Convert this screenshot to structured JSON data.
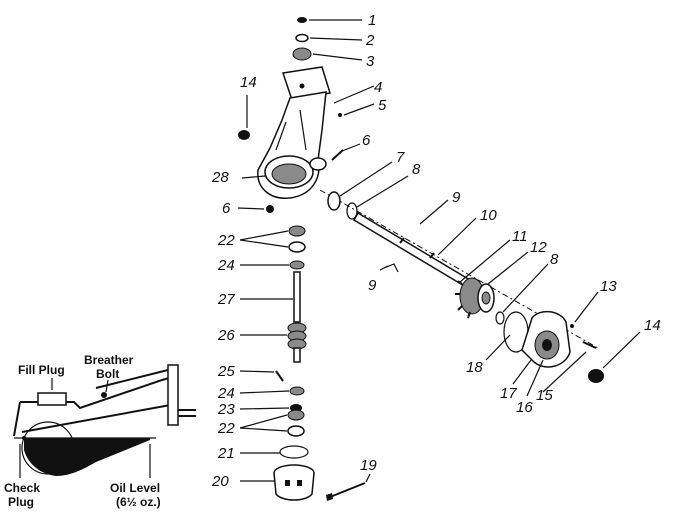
{
  "part_numbers": {
    "p1": "1",
    "p2": "2",
    "p3": "3",
    "p4": "4",
    "p5": "5",
    "p6a": "6",
    "p6b": "6",
    "p7": "7",
    "p8a": "8",
    "p8b": "8",
    "p9a": "9",
    "p9b": "9",
    "p10": "10",
    "p11": "11",
    "p12": "12",
    "p13": "13",
    "p14a": "14",
    "p14b": "14",
    "p15": "15",
    "p16": "16",
    "p17": "17",
    "p18": "18",
    "p19": "19",
    "p20": "20",
    "p21": "21",
    "p22a": "22",
    "p22b": "22",
    "p23": "23",
    "p24a": "24",
    "p24b": "24",
    "p25": "25",
    "p26": "26",
    "p27": "27",
    "p28": "28"
  },
  "inset": {
    "fill_plug_label": "Fill Plug",
    "breather_label_1": "Breather",
    "breather_label_2": "Bolt",
    "check_plug_label_1": "Check",
    "check_plug_label_2": "Plug",
    "oil_level_label_1": "Oil Level",
    "oil_level_label_2": "(6½ oz.)"
  }
}
